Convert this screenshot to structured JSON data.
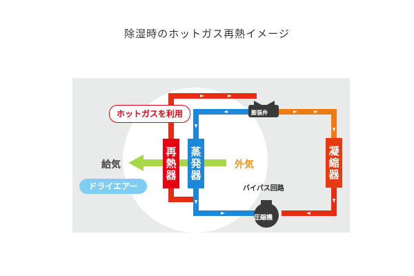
{
  "title": "除湿時のホットガス再熱イメージ",
  "labels": {
    "hot_gas": "ホットガスを利用",
    "reheater": "再熱器",
    "evaporator": "蒸発器",
    "condenser": "凝縮器",
    "expansion_valve": "膨張弁",
    "compressor": "圧縮機",
    "supply_air": "給気",
    "outside_air": "外気",
    "dry_air": "ドライエアー",
    "bypass_circuit": "バイパス回路"
  },
  "colors": {
    "hot_line": "#e82c14",
    "cold_line": "#1e88d8",
    "condenser_line": "#f07a12",
    "supply_arrow": "#a8d84a",
    "outside_arrow": "#c8de7a",
    "dry_air_badge": "#7ecef4",
    "text_accent": "#e60012"
  },
  "icons": [
    "expansion-valve-icon",
    "compressor-icon",
    "supply-air-arrow-icon",
    "outside-air-arrow-icon"
  ]
}
